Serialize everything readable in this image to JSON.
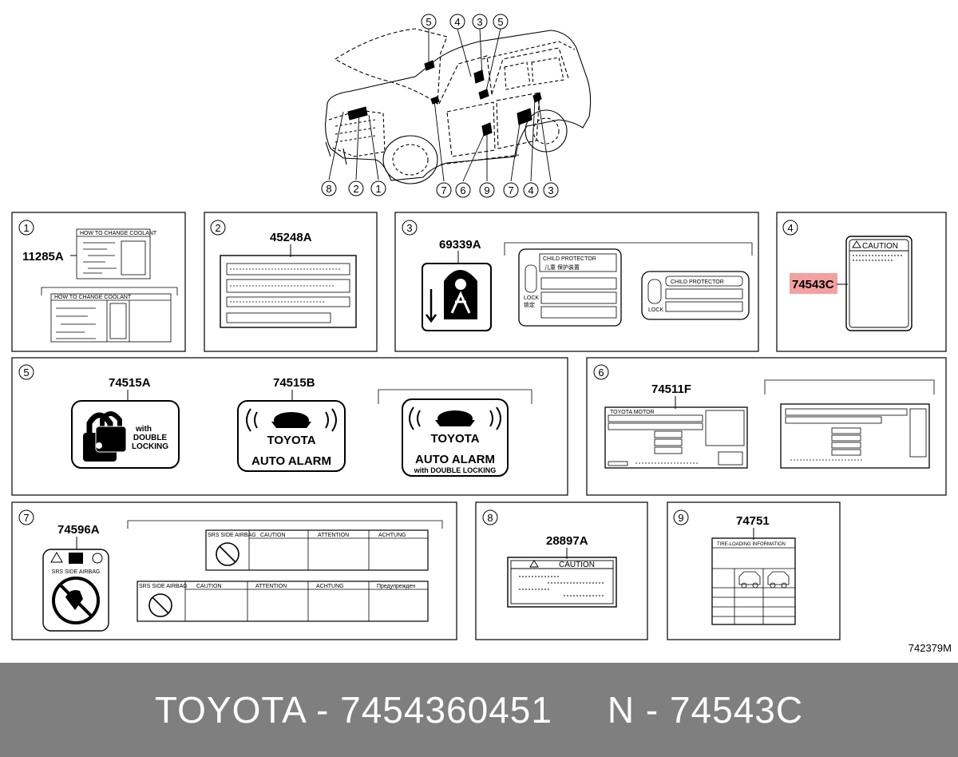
{
  "vehicle_callouts": [
    "5",
    "4",
    "3",
    "5",
    "8",
    "2",
    "1",
    "7",
    "6",
    "9",
    "7",
    "4",
    "3"
  ],
  "panels": [
    {
      "num": "1",
      "code": "11285A",
      "texts": [
        "HOW TO CHANGE COOLANT",
        "HOW TO CHANGE COOLANT"
      ]
    },
    {
      "num": "2",
      "code": "45248A"
    },
    {
      "num": "3",
      "code": "69339A",
      "texts": [
        "CHILD PROTECTOR",
        "儿童  保护装置",
        "LOCK",
        "锁定",
        "CHILD PROTECTOR",
        "LOCK"
      ]
    },
    {
      "num": "4",
      "code": "74543C",
      "texts": [
        "CAUTION"
      ]
    },
    {
      "num": "5",
      "codes": [
        "74515A",
        "74515B"
      ],
      "texts": [
        "with",
        "DOUBLE",
        "LOCKING",
        "TOYOTA",
        "AUTO ALARM",
        "TOYOTA",
        "AUTO ALARM",
        "with DOUBLE LOCKING"
      ]
    },
    {
      "num": "6",
      "code": "74511F",
      "texts": [
        "TOYOTA MOTOR"
      ]
    },
    {
      "num": "7",
      "code": "74596A",
      "texts": [
        "SRS  SIDE  AIRBAG",
        "SRS SIDE AIRBAG",
        "CAUTION",
        "ATTENTION",
        "ACHTUNG",
        "SRS SIDE AIRBAG",
        "CAUTION",
        "ATTENTION",
        "ACHTUNG",
        "Предупрежден"
      ]
    },
    {
      "num": "8",
      "code": "28897A",
      "texts": [
        "CAUTION"
      ]
    },
    {
      "num": "9",
      "code": "74751",
      "texts": [
        "TIRE-LOADING INFORMATION"
      ]
    }
  ],
  "diagram_id": "742379M",
  "footer": {
    "text": "TOYOTA - 7454360451     N - 74543C"
  },
  "colors": {
    "highlight": "#f4a0a0",
    "footer_bg": "#7f7f7f",
    "line": "#000000"
  }
}
